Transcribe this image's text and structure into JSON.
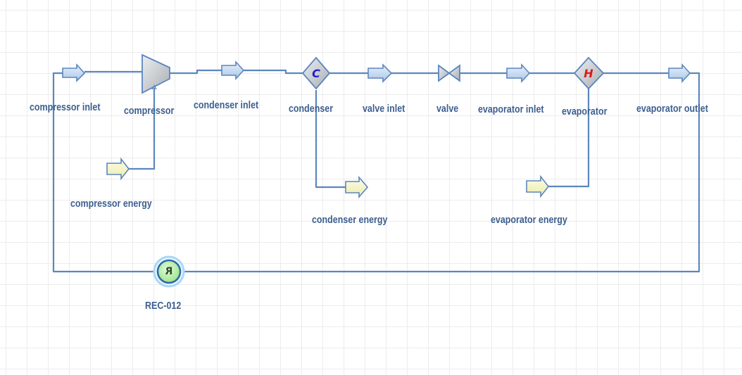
{
  "colors": {
    "line": "#5b86bf",
    "label": "#3d5f8f",
    "stream_fill": "#c9ddf2",
    "energy_fill": "#f9f8c8",
    "unit_fill": "#c9cdd1",
    "recycle_fill": "#b9f0a8",
    "condenser_symbol": "#2020d0",
    "evaporator_symbol": "#e01818"
  },
  "units": {
    "compressor": {
      "label": "compressor"
    },
    "condenser": {
      "label": "condenser",
      "symbol": "C"
    },
    "valve": {
      "label": "valve"
    },
    "evaporator": {
      "label": "evaporator",
      "symbol": "H"
    },
    "recycle": {
      "label": "REC-012",
      "symbol": "R"
    }
  },
  "streams": {
    "compressor_inlet": "compressor inlet",
    "condenser_inlet": "condenser inlet",
    "valve_inlet": "valve inlet",
    "evaporator_inlet": "evaporator inlet",
    "evaporator_outlet": "evaporator outlet"
  },
  "energy_streams": {
    "compressor_energy": "compressor energy",
    "condenser_energy": "condenser energy",
    "evaporator_energy": "evaporator energy"
  }
}
